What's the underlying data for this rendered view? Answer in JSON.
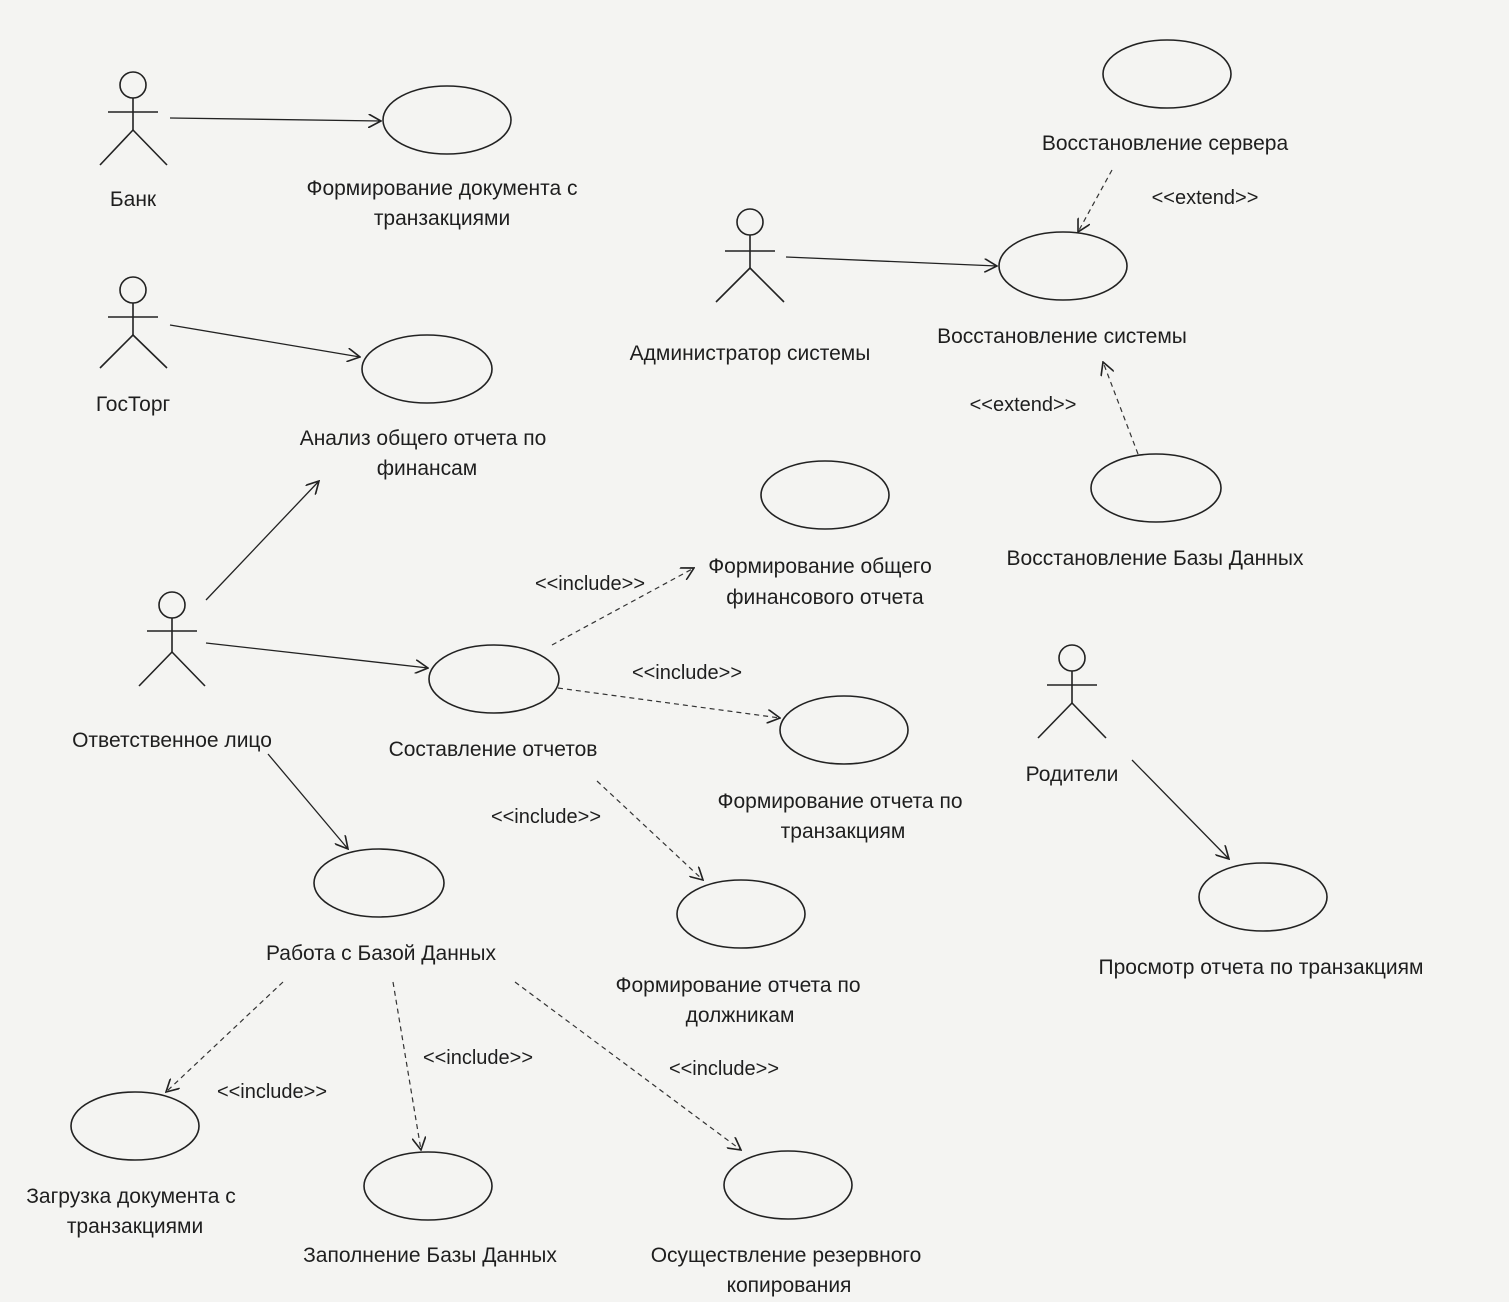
{
  "actors": [
    {
      "id": "bank",
      "label": "Банк"
    },
    {
      "id": "gostorg",
      "label": "ГосТорг"
    },
    {
      "id": "admin",
      "label": "Администратор системы"
    },
    {
      "id": "responsible",
      "label": "Ответственное лицо"
    },
    {
      "id": "parents",
      "label": "Родители"
    }
  ],
  "use_cases": [
    {
      "id": "form_doc",
      "lines": [
        "Формирование документа с",
        "транзакциями"
      ]
    },
    {
      "id": "analysis",
      "lines": [
        "Анализ общего отчета по",
        "финансам"
      ]
    },
    {
      "id": "server_restore",
      "lines": [
        "Восстановление сервера"
      ]
    },
    {
      "id": "system_restore",
      "lines": [
        "Восстановление системы"
      ]
    },
    {
      "id": "db_restore",
      "lines": [
        "Восстановление Базы Данных"
      ]
    },
    {
      "id": "general_report",
      "lines": [
        "Формирование общего",
        "финансового отчета"
      ]
    },
    {
      "id": "reports",
      "lines": [
        "Составление отчетов"
      ]
    },
    {
      "id": "trans_report",
      "lines": [
        "Формирование отчета по",
        "транзакциям"
      ]
    },
    {
      "id": "debtor_report",
      "lines": [
        "Формирование отчета по",
        "должникам"
      ]
    },
    {
      "id": "db_work",
      "lines": [
        "Работа с Базой Данных"
      ]
    },
    {
      "id": "view_report",
      "lines": [
        "Просмотр отчета по транзакциям"
      ]
    },
    {
      "id": "load_doc",
      "lines": [
        "Загрузка документа с",
        "транзакциями"
      ]
    },
    {
      "id": "fill_db",
      "lines": [
        "Заполнение Базы Данных"
      ]
    },
    {
      "id": "backup",
      "lines": [
        "Осуществление резервного",
        "копирования"
      ]
    }
  ],
  "relations": [
    {
      "id": "r_extend_server",
      "label": "<<extend>>"
    },
    {
      "id": "r_extend_db",
      "label": "<<extend>>"
    },
    {
      "id": "r_inc_general",
      "label": "<<include>>"
    },
    {
      "id": "r_inc_trans",
      "label": "<<include>>"
    },
    {
      "id": "r_inc_debtor",
      "label": "<<include>>"
    },
    {
      "id": "r_inc_load",
      "label": "<<include>>"
    },
    {
      "id": "r_inc_fill",
      "label": "<<include>>"
    },
    {
      "id": "r_inc_backup",
      "label": "<<include>>"
    }
  ]
}
